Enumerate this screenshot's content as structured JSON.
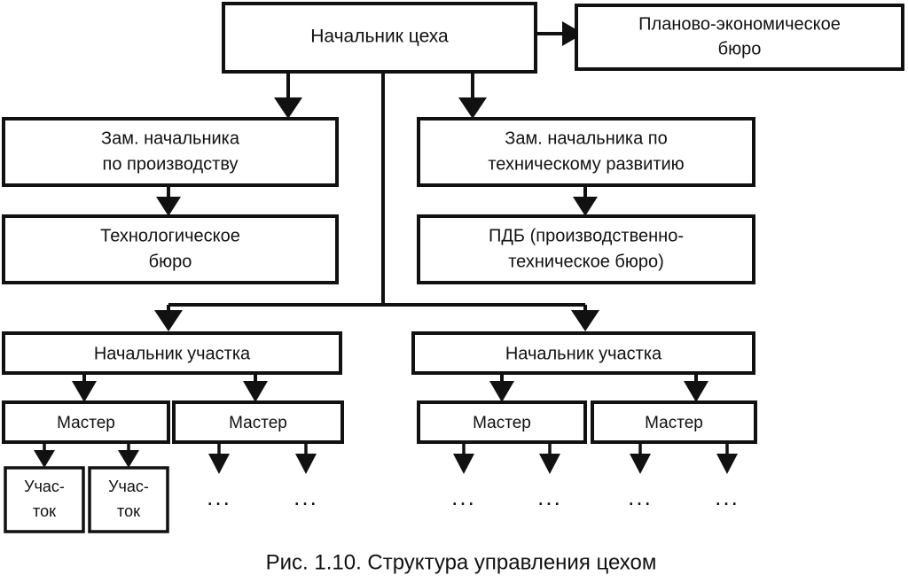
{
  "figure": {
    "caption": "Рис. 1.10. Структура управления цехом"
  },
  "nodes": {
    "shop_manager": {
      "label": "Начальник цеха"
    },
    "planning_bureau": {
      "line1": "Планово-экономическое",
      "line2": "бюро"
    },
    "deputy_production": {
      "line1": "Зам. начальника",
      "line2": "по производству"
    },
    "deputy_technical": {
      "line1": "Зам. начальника по",
      "line2": "техническому развитию"
    },
    "technology_bureau": {
      "line1": "Технологическое",
      "line2": "бюро"
    },
    "pdb_bureau": {
      "line1": "ПДБ (производственно-",
      "line2": "техническое бюро)"
    },
    "section_head_left": {
      "label": "Начальник участка"
    },
    "section_head_right": {
      "label": "Начальник участка"
    },
    "foremen": [
      {
        "label": "Мастер"
      },
      {
        "label": "Мастер"
      },
      {
        "label": "Мастер"
      },
      {
        "label": "Мастер"
      }
    ],
    "sections": [
      {
        "line1": "Учас-",
        "line2": "ток"
      },
      {
        "line1": "Учас-",
        "line2": "ток"
      }
    ],
    "ellipses": [
      {
        "label": "..."
      },
      {
        "label": "..."
      },
      {
        "label": "..."
      },
      {
        "label": "..."
      },
      {
        "label": "..."
      },
      {
        "label": "..."
      }
    ]
  },
  "colors": {
    "line": "#111111",
    "box_fill": "#ffffff",
    "background": "#ffffff"
  }
}
